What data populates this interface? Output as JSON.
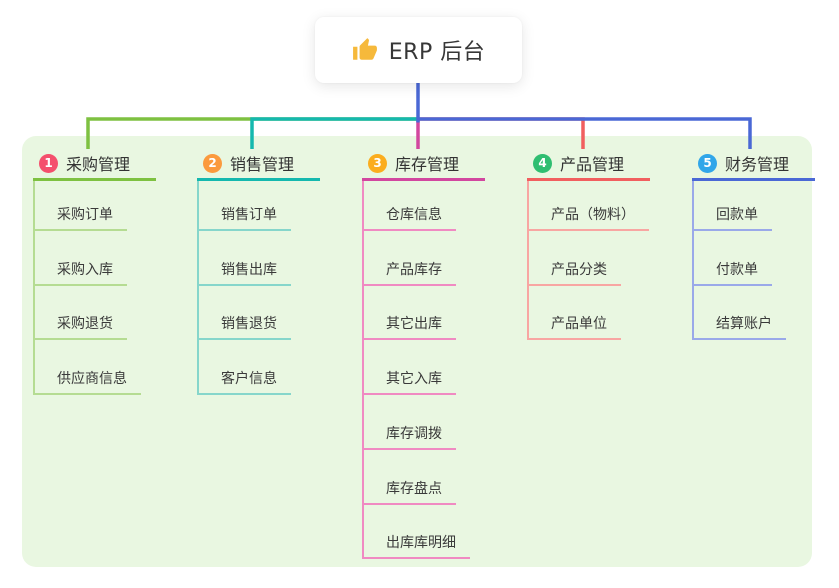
{
  "root": {
    "title": "ERP 后台",
    "icon": "thumbs-up-icon"
  },
  "branches": [
    {
      "num": "1",
      "label": "采购管理",
      "badge_color": "#F4506D",
      "line_color": "#7EC141",
      "child_line_color": "#B5DC92",
      "children": [
        "采购订单",
        "采购入库",
        "采购退货",
        "供应商信息"
      ]
    },
    {
      "num": "2",
      "label": "销售管理",
      "badge_color": "#FB9A3D",
      "line_color": "#15B8AE",
      "child_line_color": "#86D6CB",
      "children": [
        "销售订单",
        "销售出库",
        "销售退货",
        "客户信息"
      ]
    },
    {
      "num": "3",
      "label": "库存管理",
      "badge_color": "#FBAD1E",
      "line_color": "#D2479F",
      "child_line_color": "#F08AC2",
      "children": [
        "仓库信息",
        "产品库存",
        "其它出库",
        "其它入库",
        "库存调拨",
        "库存盘点",
        "出库库明细"
      ]
    },
    {
      "num": "4",
      "label": "产品管理",
      "badge_color": "#2FBE71",
      "line_color": "#F15F5F",
      "child_line_color": "#F8A6A2",
      "children": [
        "产品（物料）",
        "产品分类",
        "产品单位"
      ]
    },
    {
      "num": "5",
      "label": "财务管理",
      "badge_color": "#31A6E9",
      "line_color": "#4A68D5",
      "child_line_color": "#9AA9E9",
      "children": [
        "回款单",
        "付款单",
        "结算账户"
      ]
    }
  ],
  "colors": {
    "page_bg": "#FFFFFF",
    "panel_bg": "#E9F7E1",
    "root_stem": "#4A68D5",
    "text": "#333333",
    "thumb_icon": "#F6B93B"
  }
}
